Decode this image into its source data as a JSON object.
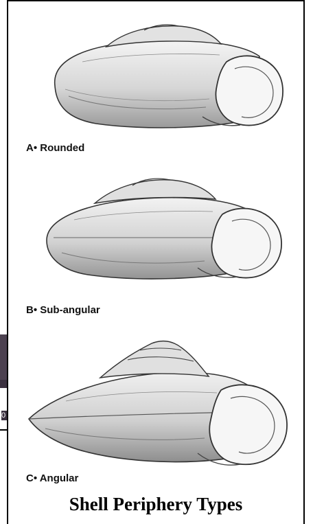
{
  "panels": [
    {
      "letter": "A",
      "label": "A• Rounded"
    },
    {
      "letter": "B",
      "label": "B• Sub-angular"
    },
    {
      "letter": "C",
      "label": "C• Angular"
    }
  ],
  "figure_title": "Shell Periphery Types",
  "background_fragment_text": "0",
  "colors": {
    "frame": "#000000",
    "ink": "#222222",
    "background_window": "#4c4150"
  }
}
